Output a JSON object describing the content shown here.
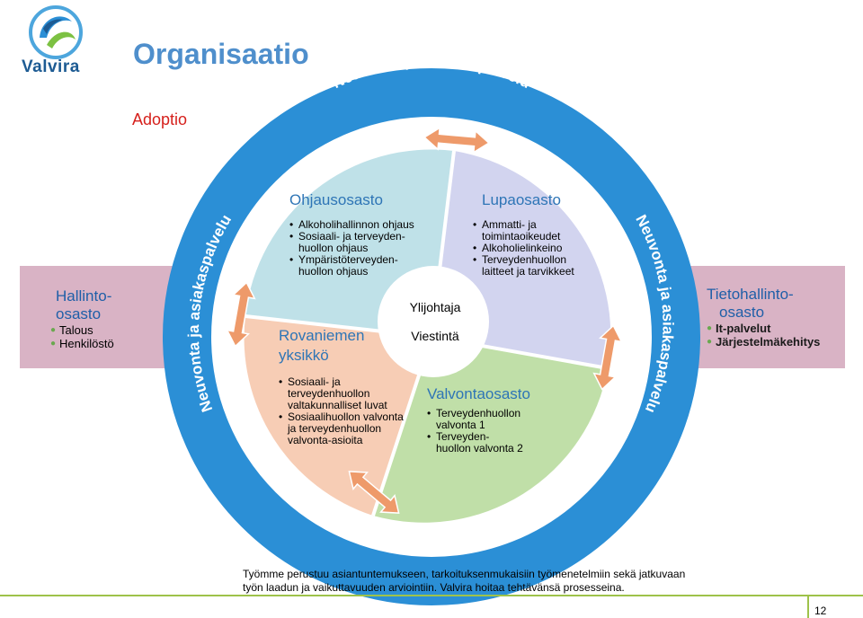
{
  "logo": {
    "text": "Valvira"
  },
  "title": "Organisaatio",
  "subtitle": "Adoptio",
  "ring_label": "Neuvonta ja asiakaspalvelu",
  "left_unit": {
    "heading_line1": "Hallinto-",
    "heading_line2": "osasto",
    "items": [
      "Talous",
      "Henkilöstö"
    ]
  },
  "right_unit": {
    "heading_line1": "Tietohallinto-",
    "heading_line2": "osasto",
    "items": [
      "It-palvelut",
      "Järjestelmäkehitys"
    ]
  },
  "center": {
    "line1": "Ylijohtaja",
    "line2": "Viestintä"
  },
  "segments": {
    "ohjaus": {
      "title": "Ohjausosasto",
      "items": [
        "Alkoholihallinnon ohjaus",
        "Sosiaali- ja terveyden-",
        "huollon ohjaus",
        "Ympäristöterveyden-",
        "huollon ohjaus"
      ]
    },
    "lupa": {
      "title": "Lupaosasto",
      "items": [
        "Ammatti- ja",
        "toimintaoikeudet",
        "Alkoholielinkeino",
        "Terveydenhuollon",
        "laitteet ja tarvikkeet"
      ]
    },
    "valvonta": {
      "title": "Valvontaosasto",
      "items": [
        "Terveydenhuollon",
        "valvonta 1",
        "Terveyden-",
        "huollon valvonta 2"
      ]
    },
    "rovaniemi": {
      "title_line1": "Rovaniemen",
      "title_line2": "yksikkö",
      "items": [
        "Sosiaali- ja",
        "terveydenhuollon",
        "valtakunnalliset luvat",
        "Sosiaalihuollon valvonta",
        "ja terveydenhuollon",
        "valvonta-asioita"
      ]
    }
  },
  "footer": {
    "line1": "Työmme perustuu asiantuntemukseen, tarkoituksenmukaisiin työmenetelmiin sekä jatkuvaan",
    "line2": "työn laadun ja vaikuttavuuden arviointiin. Valvira hoitaa tehtävänsä prosesseina."
  },
  "page_number": "12",
  "colors": {
    "ring": "#2b8fd6",
    "ohjaus": "#bfe1e8",
    "lupa": "#d2d4ef",
    "valvonta": "#c0dfa8",
    "rovaniemi": "#f7cdb5",
    "band": "#d9b3c5",
    "arrow": "#ee9a6a",
    "title": "#4f8fcc"
  }
}
